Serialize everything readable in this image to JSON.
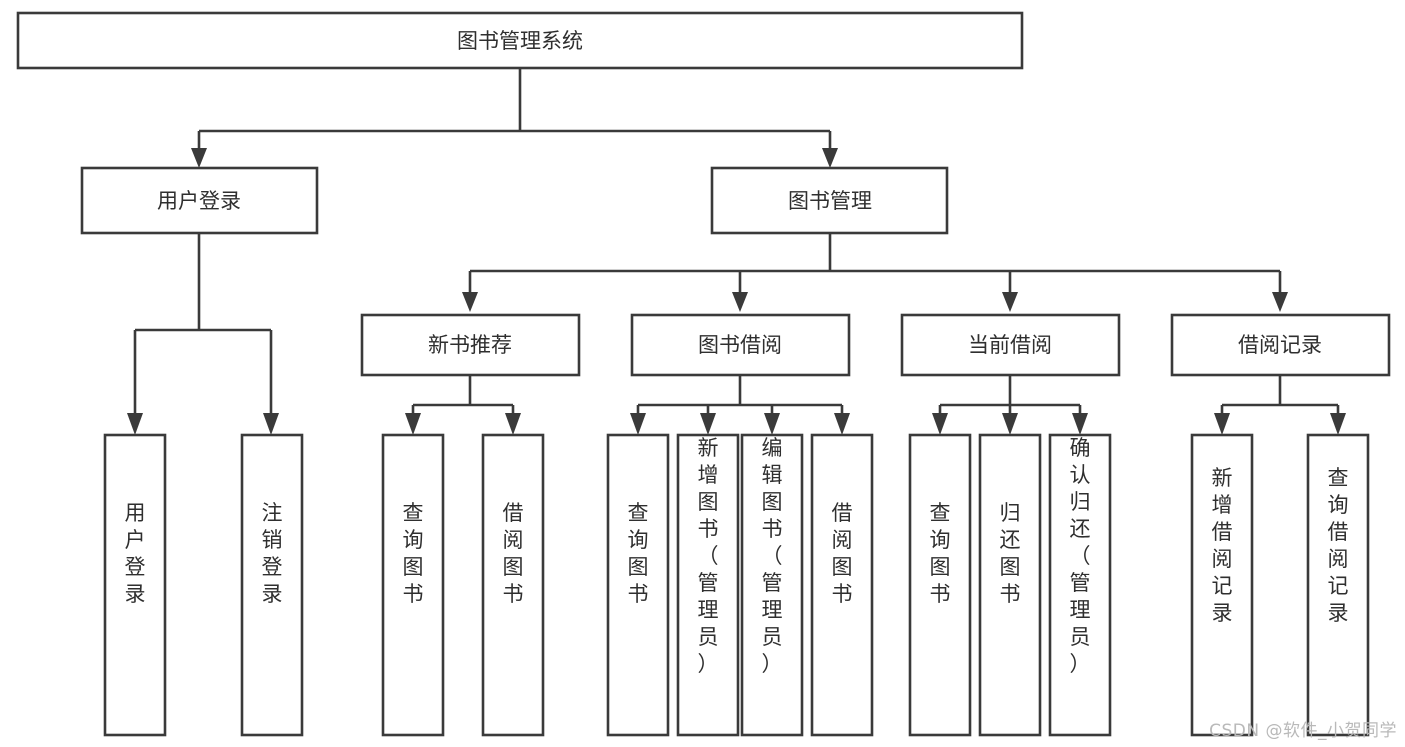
{
  "diagram": {
    "type": "hierarchy-tree",
    "title": "图书管理系统",
    "watermark": "CSDN @软件_小贺同学",
    "colors": {
      "box_stroke": "#3a3a3a",
      "box_fill": "#ffffff",
      "text": "#2f2f2f",
      "background": "#ffffff",
      "watermark": "#b9b9b9"
    },
    "root": {
      "label": "图书管理系统"
    },
    "level2": [
      {
        "label": "用户登录"
      },
      {
        "label": "图书管理"
      }
    ],
    "level3": [
      {
        "label": "新书推荐"
      },
      {
        "label": "图书借阅"
      },
      {
        "label": "当前借阅"
      },
      {
        "label": "借阅记录"
      }
    ],
    "leaves_user_login": [
      {
        "label": "用户登录"
      },
      {
        "label": "注销登录"
      }
    ],
    "leaves_new_book": [
      {
        "label": "查询图书"
      },
      {
        "label": "借阅图书"
      }
    ],
    "leaves_borrow_book": [
      {
        "label": "查询图书"
      },
      {
        "label": "新增图书（管理员）"
      },
      {
        "label": "编辑图书（管理员）"
      },
      {
        "label": "借阅图书"
      }
    ],
    "leaves_current_borrow": [
      {
        "label": "查询图书"
      },
      {
        "label": "归还图书"
      },
      {
        "label": "确认归还（管理员）"
      }
    ],
    "leaves_borrow_record": [
      {
        "label": "新增借阅记录"
      },
      {
        "label": "查询借阅记录"
      }
    ]
  }
}
